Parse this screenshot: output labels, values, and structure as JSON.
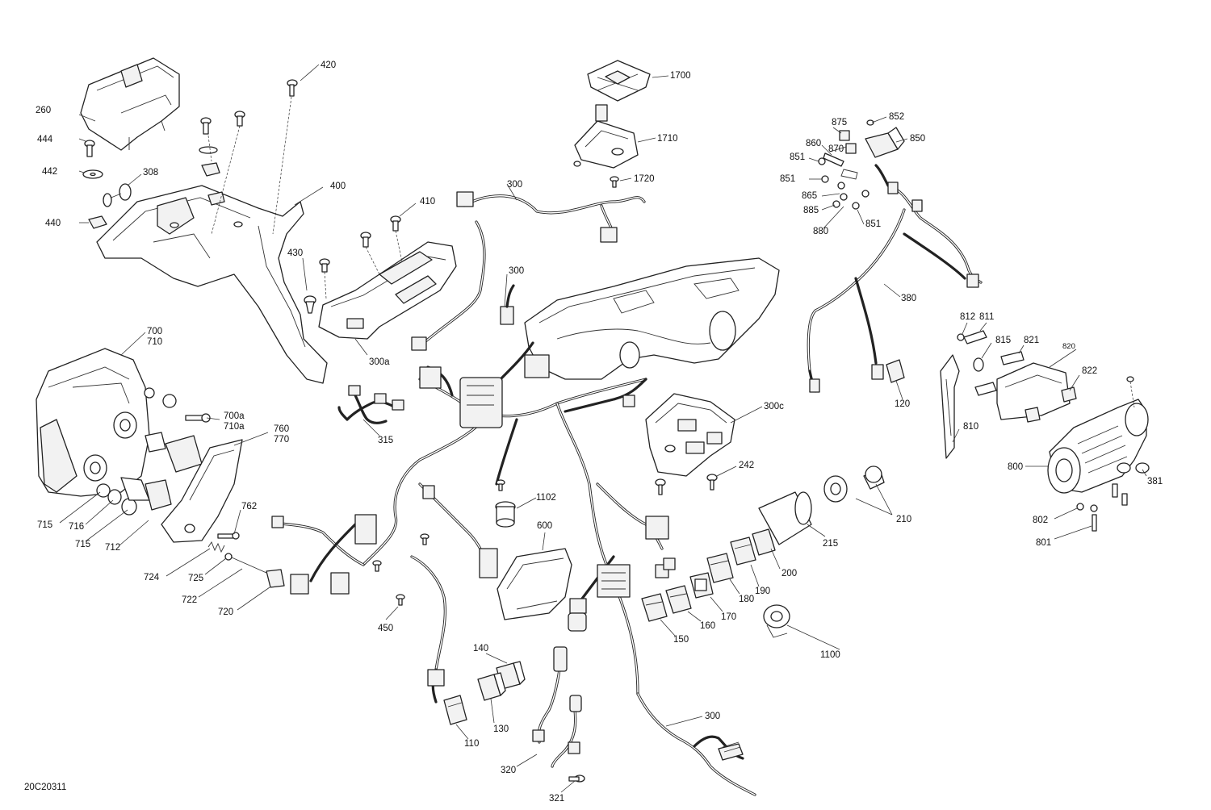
{
  "diagram": {
    "drawing_id": "20C20311",
    "callouts": {
      "c260": "260",
      "c444": "444",
      "c442": "442",
      "c440": "440",
      "c308": "308",
      "c420": "420",
      "c400": "400",
      "c430": "430",
      "c410": "410",
      "c300a": "300a",
      "c300_top": "300",
      "c300_mid": "300",
      "c1700": "1700",
      "c1710": "1710",
      "c1720": "1720",
      "c875": "875",
      "c852": "852",
      "c860": "860",
      "c870": "870",
      "c850": "850",
      "c851_a": "851",
      "c851_b": "851",
      "c851_c": "851",
      "c865": "865",
      "c885": "885",
      "c880": "880",
      "c380": "380",
      "c812": "812",
      "c811": "811",
      "c815": "815",
      "c821": "821",
      "c820": "820",
      "c822": "822",
      "c120": "120",
      "c810": "810",
      "c800": "800",
      "c381": "381",
      "c802": "802",
      "c801": "801",
      "c700": "700",
      "c710": "710",
      "c700a": "700a",
      "c710a": "710a",
      "c760": "760",
      "c770": "770",
      "c715_a": "715",
      "c716": "716",
      "c715_b": "715",
      "c712": "712",
      "c762": "762",
      "c724": "724",
      "c725": "725",
      "c722": "722",
      "c720": "720",
      "c315": "315",
      "c300c": "300c",
      "c242": "242",
      "c1102": "1102",
      "c600": "600",
      "c215": "215",
      "c210": "210",
      "c200": "200",
      "c190": "190",
      "c180": "180",
      "c170": "170",
      "c160": "160",
      "c150": "150",
      "c1100": "1100",
      "c450": "450",
      "c140": "140",
      "c130": "130",
      "c110": "110",
      "c320": "320",
      "c321": "321",
      "c300_bot": "300"
    }
  }
}
